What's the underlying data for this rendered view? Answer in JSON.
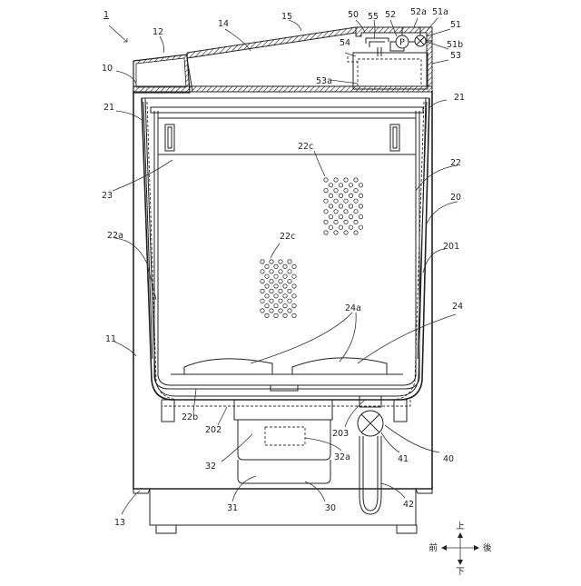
{
  "labels": {
    "n1": "1",
    "n10": "10",
    "n11": "11",
    "n12": "12",
    "n13": "13",
    "n14": "14",
    "n15": "15",
    "n20": "20",
    "n201": "201",
    "n202": "202",
    "n203": "203",
    "n21_left": "21",
    "n21_right": "21",
    "n22": "22",
    "n22a": "22a",
    "n22b": "22b",
    "n22c_upper": "22c",
    "n22c_lower": "22c",
    "n23": "23",
    "n24": "24",
    "n24a": "24a",
    "n30": "30",
    "n31": "31",
    "n32": "32",
    "n32a": "32a",
    "n40": "40",
    "n41": "41",
    "n42": "42",
    "n50": "50",
    "n51": "51",
    "n51a": "51a",
    "n51b": "51b",
    "n52": "52",
    "n52a": "52a",
    "n53": "53",
    "n53a": "53a",
    "n54": "54",
    "n55": "55",
    "pump_symbol": "P"
  },
  "direction_key": {
    "up": "上",
    "down": "下",
    "front": "前",
    "back": "後"
  }
}
